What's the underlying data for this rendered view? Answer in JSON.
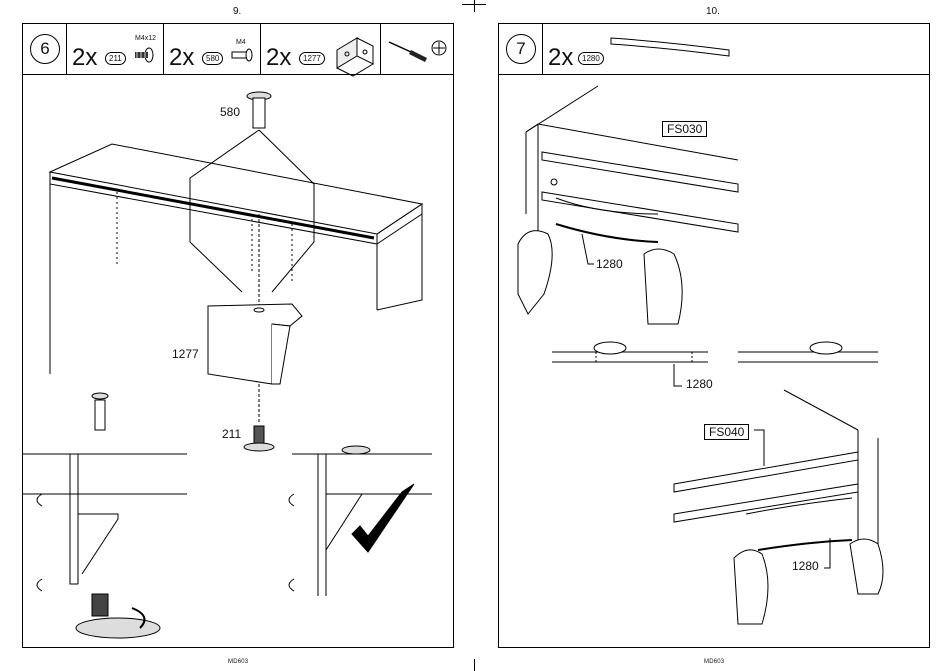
{
  "pages": [
    {
      "page_number": "9.",
      "footer": "MD603",
      "step": "6",
      "parts": [
        {
          "qty": "2x",
          "part": "211",
          "spec": "M4x12"
        },
        {
          "qty": "2x",
          "part": "580",
          "spec": "M4"
        },
        {
          "qty": "2x",
          "part": "1277",
          "spec": ""
        }
      ],
      "callouts": [
        "580",
        "1277",
        "211"
      ]
    },
    {
      "page_number": "10.",
      "footer": "MD603",
      "step": "7",
      "parts": [
        {
          "qty": "2x",
          "part": "1280"
        }
      ],
      "panel_labels": [
        "FS030",
        "FS040"
      ],
      "callouts": [
        "1280",
        "1280",
        "1280"
      ]
    }
  ]
}
